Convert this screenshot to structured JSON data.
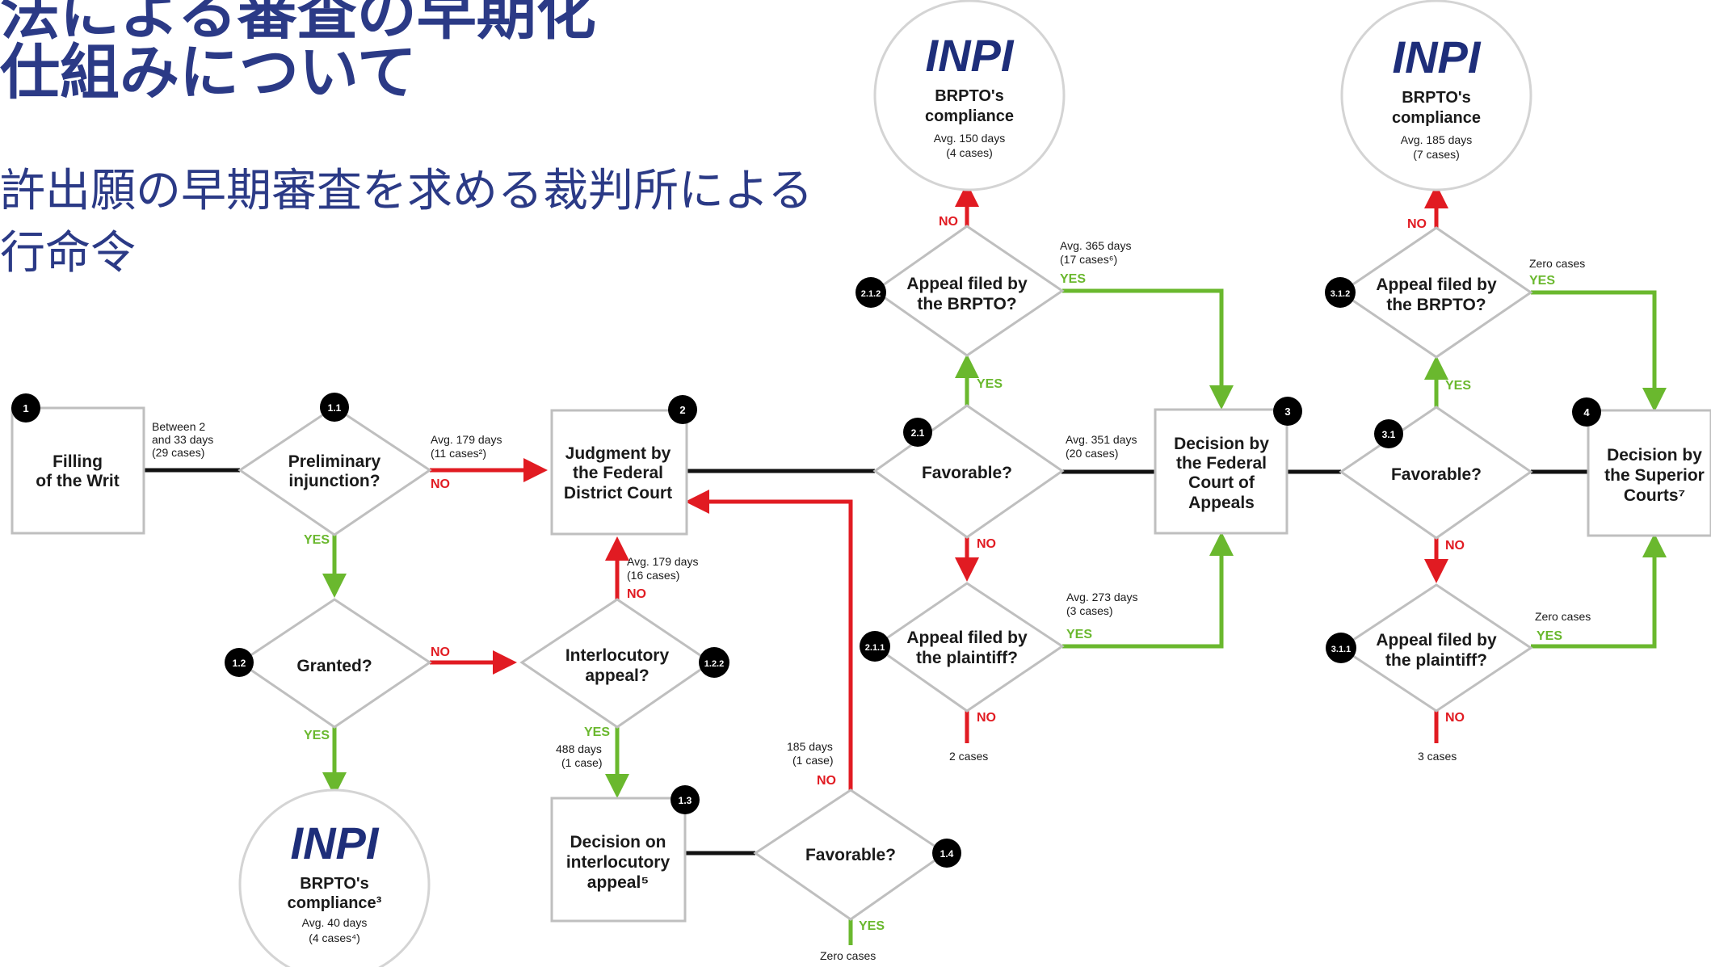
{
  "header": {
    "title_line1": "法による審査の早期化",
    "title_line2": "仕組みについて",
    "subtitle_line1": "許出願の早期審査を求める裁判所による",
    "subtitle_line2": "行命令"
  },
  "colors": {
    "title": "#2b3a86",
    "red": "#e11b22",
    "green": "#6ab82e",
    "logo": "#1e2e7a",
    "node": "#000000"
  },
  "logo_text": "INPI",
  "nodes": {
    "n1": {
      "num": "1",
      "label": [
        "Filling",
        "of the Writ"
      ]
    },
    "n11": {
      "num": "1.1",
      "label": [
        "Preliminary",
        "injunction?"
      ]
    },
    "n12": {
      "num": "1.2",
      "label": [
        "Granted?"
      ]
    },
    "n2": {
      "num": "2",
      "label": [
        "Judgment by",
        "the Federal",
        "District Court"
      ]
    },
    "n122": {
      "num": "1.2.2",
      "label": [
        "Interlocutory",
        "appeal?"
      ]
    },
    "n13": {
      "num": "1.3",
      "label": [
        "Decision on",
        "interlocutory",
        "appeal⁵"
      ]
    },
    "n14": {
      "num": "1.4",
      "label": [
        "Favorable?"
      ]
    },
    "n21": {
      "num": "2.1",
      "label": [
        "Favorable?"
      ]
    },
    "n212": {
      "num": "2.1.2",
      "label": [
        "Appeal filed by",
        "the BRPTO?"
      ]
    },
    "n211": {
      "num": "2.1.1",
      "label": [
        "Appeal filed by",
        "the plaintiff?"
      ]
    },
    "n3": {
      "num": "3",
      "label": [
        "Decision by",
        "the Federal",
        "Court of",
        "Appeals"
      ]
    },
    "n31": {
      "num": "3.1",
      "label": [
        "Favorable?"
      ]
    },
    "n312": {
      "num": "3.1.2",
      "label": [
        "Appeal filed by",
        "the BRPTO?"
      ]
    },
    "n311": {
      "num": "3.1.1",
      "label": [
        "Appeal filed by",
        "the plaintiff?"
      ]
    },
    "n4": {
      "num": "4",
      "label": [
        "Decision by",
        "the Superior",
        "Courts⁷"
      ]
    }
  },
  "circles": {
    "c1": {
      "l1": "BRPTO's",
      "l2": "compliance³",
      "l3": "Avg. 40 days",
      "l4": "(4 cases⁴)"
    },
    "c2": {
      "l1": "BRPTO's",
      "l2": "compliance",
      "l3": "Avg. 150 days",
      "l4": "(4 cases)"
    },
    "c3": {
      "l1": "BRPTO's",
      "l2": "compliance",
      "l3": "Avg. 185 days",
      "l4": "(7 cases)"
    }
  },
  "labels": {
    "yes": "YES",
    "no": "NO",
    "between_1": "Between 2",
    "between_2": "and 33 days",
    "between_3": "(29 cases)",
    "avg179a_1": "Avg. 179 days",
    "avg179a_2": "(11 cases²)",
    "avg179b_1": "Avg. 179 days",
    "avg179b_2": "(16 cases)",
    "days488_1": "488 days",
    "days488_2": "(1 case)",
    "days185_1": "185 days",
    "days185_2": "(1 case)",
    "zero_cases": "Zero cases",
    "avg365_1": "Avg. 365 days",
    "avg365_2": "(17 cases⁶)",
    "avg351_1": "Avg. 351 days",
    "avg351_2": "(20 cases)",
    "avg273_1": "Avg. 273 days",
    "avg273_2": "(3 cases)",
    "two_cases": "2 cases",
    "three_cases": "3 cases"
  }
}
